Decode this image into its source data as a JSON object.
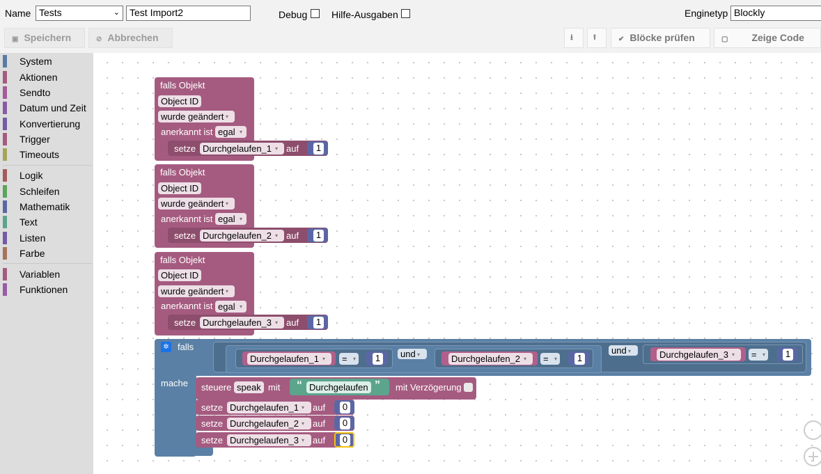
{
  "topbar": {
    "name_label": "Name",
    "folder_value": "Tests",
    "script_name": "Test Import2",
    "debug_label": "Debug",
    "hilfe_label": "Hilfe-Ausgaben",
    "enginetyp_label": "Enginetyp",
    "enginetyp_value": "Blockly"
  },
  "toolbar": {
    "save_label": "Speichern",
    "cancel_label": "Abbrechen",
    "export_glyph": "⭳",
    "import_glyph": "⭱",
    "check_label": "Blöcke prüfen",
    "code_label": "Zeige Code"
  },
  "sidebar": {
    "items": [
      {
        "label": "System",
        "color": "#5b7ca5"
      },
      {
        "label": "Aktionen",
        "color": "#a55b80"
      },
      {
        "label": "Sendto",
        "color": "#a55b99"
      },
      {
        "label": "Datum und Zeit",
        "color": "#8a5ba5"
      },
      {
        "label": "Konvertierung",
        "color": "#745ba5"
      },
      {
        "label": "Trigger",
        "color": "#a55b80"
      },
      {
        "label": "Timeouts",
        "color": "#a5a55b"
      },
      {
        "label": "Logik",
        "color": "#a55b5b"
      },
      {
        "label": "Schleifen",
        "color": "#5ba55b"
      },
      {
        "label": "Mathematik",
        "color": "#5b67a5"
      },
      {
        "label": "Text",
        "color": "#5ba58c"
      },
      {
        "label": "Listen",
        "color": "#745ba5"
      },
      {
        "label": "Farbe",
        "color": "#a5745b"
      },
      {
        "label": "Variablen",
        "color": "#a55b80"
      },
      {
        "label": "Funktionen",
        "color": "#995ba5"
      }
    ]
  },
  "triggers": [
    {
      "title": "falls Objekt",
      "object_id": "Object ID",
      "event": "wurde geändert",
      "ack_label": "anerkannt ist",
      "ack_value": "egal",
      "set_label": "setze",
      "var": "Durchgelaufen_1",
      "to_label": "auf",
      "value": "1"
    },
    {
      "title": "falls Objekt",
      "object_id": "Object ID",
      "event": "wurde geändert",
      "ack_label": "anerkannt ist",
      "ack_value": "egal",
      "set_label": "setze",
      "var": "Durchgelaufen_2",
      "to_label": "auf",
      "value": "1"
    },
    {
      "title": "falls Objekt",
      "object_id": "Object ID",
      "event": "wurde geändert",
      "ack_label": "anerkannt ist",
      "ack_value": "egal",
      "set_label": "setze",
      "var": "Durchgelaufen_3",
      "to_label": "auf",
      "value": "1"
    }
  ],
  "ifblock": {
    "if_label": "falls",
    "do_label": "mache",
    "cond": [
      {
        "var": "Durchgelaufen_1",
        "op": "=",
        "value": "1"
      },
      {
        "var": "Durchgelaufen_2",
        "op": "=",
        "value": "1"
      },
      {
        "var": "Durchgelaufen_3",
        "op": "=",
        "value": "1"
      }
    ],
    "and1": "und",
    "and2": "und",
    "control": {
      "label": "steuere",
      "target": "speak",
      "with_label": "mit",
      "text": "Durchgelaufen",
      "delay_label": "mit Verzögerung"
    },
    "sets": [
      {
        "label": "setze",
        "var": "Durchgelaufen_1",
        "to_label": "auf",
        "value": "0"
      },
      {
        "label": "setze",
        "var": "Durchgelaufen_2",
        "to_label": "auf",
        "value": "0"
      },
      {
        "label": "setze",
        "var": "Durchgelaufen_3",
        "to_label": "auf",
        "value": "0"
      }
    ]
  },
  "icons": {
    "dropdown": "▾",
    "quote_open": "“",
    "quote_close": "”",
    "gear": "✲",
    "check": "✔",
    "save": "▣",
    "cancel": "⊘",
    "code": "▢"
  }
}
